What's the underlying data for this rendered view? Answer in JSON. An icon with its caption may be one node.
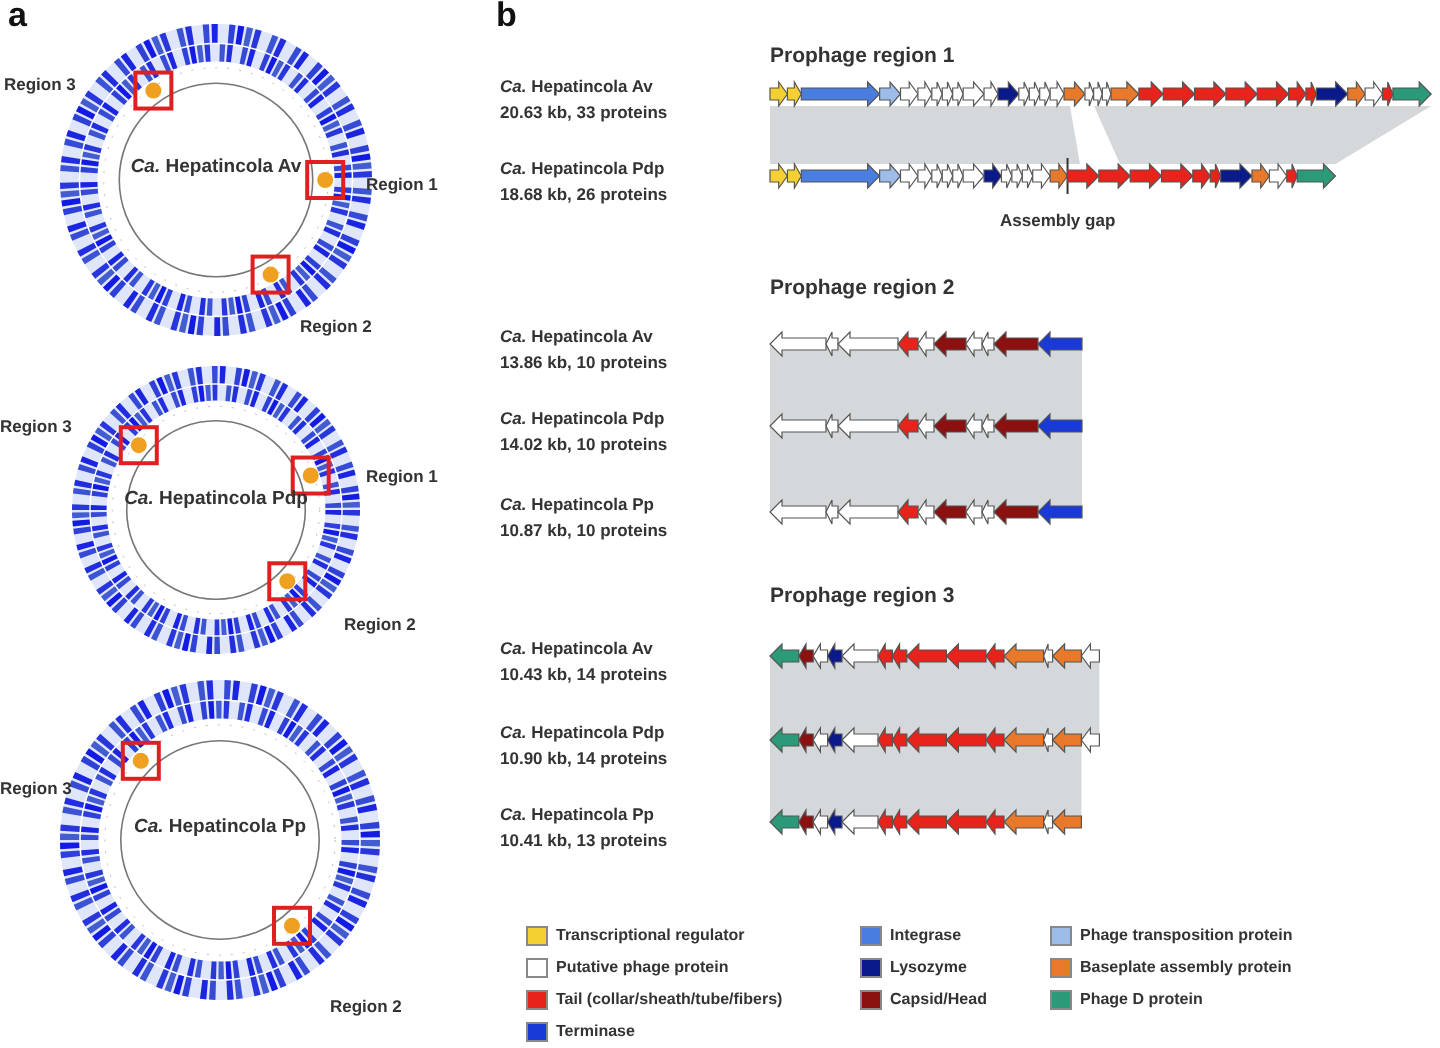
{
  "diagram": {
    "labels": [
      "a",
      "Region 3",
      "Region 1",
      "*Ca.* Hepatincola Av",
      "Region 2",
      "Region 3",
      "Region 1",
      "*Ca.* Hepatincola Pdp",
      "Region 2",
      "Region 3",
      "*Ca.* Hepatincola Pp",
      "Region 2",
      "b",
      "Prophage region 1",
      "*Ca.* Hepatincola Av",
      "20.63 kb, 33 proteins",
      "*Ca.* Hepatincola Pdp",
      "18.68 kb, 26 proteins",
      "Assembly gap",
      "Prophage region 2",
      "*Ca.* Hepatincola Av",
      "13.86 kb, 10 proteins",
      "*Ca.* Hepatincola Pdp",
      "14.02 kb, 10 proteins",
      "*Ca.* Hepatincola Pp",
      "10.87 kb, 10 proteins",
      "Prophage region 3",
      "*Ca.* Hepatincola Av",
      "10.43 kb, 14 proteins",
      "*Ca.* Hepatincola Pdp",
      "10.90 kb, 14 proteins",
      "*Ca.* Hepatincola Pp",
      "10.41 kb, 13 proteins"
    ],
    "legend": [
      {
        "text": "Transcriptional regulator",
        "color": "#f5d033"
      },
      {
        "text": "Integrase",
        "color": "#4a7de0"
      },
      {
        "text": "Phage transposition protein",
        "color": "#9dbde8"
      },
      {
        "text": "Putative phage protein",
        "color": "#ffffff"
      },
      {
        "text": "Lysozyme",
        "color": "#0a1a8a"
      },
      {
        "text": "Baseplate assembly protein",
        "color": "#e8782a"
      },
      {
        "text": "Tail (collar/sheath/tube/fibers)",
        "color": "#e8231c"
      },
      {
        "text": "Capsid/Head",
        "color": "#8b1010"
      },
      {
        "text": "Phage D protein",
        "color": "#2a9a78"
      },
      {
        "text": "Terminase",
        "color": "#1a3ad8"
      }
    ]
  }
}
